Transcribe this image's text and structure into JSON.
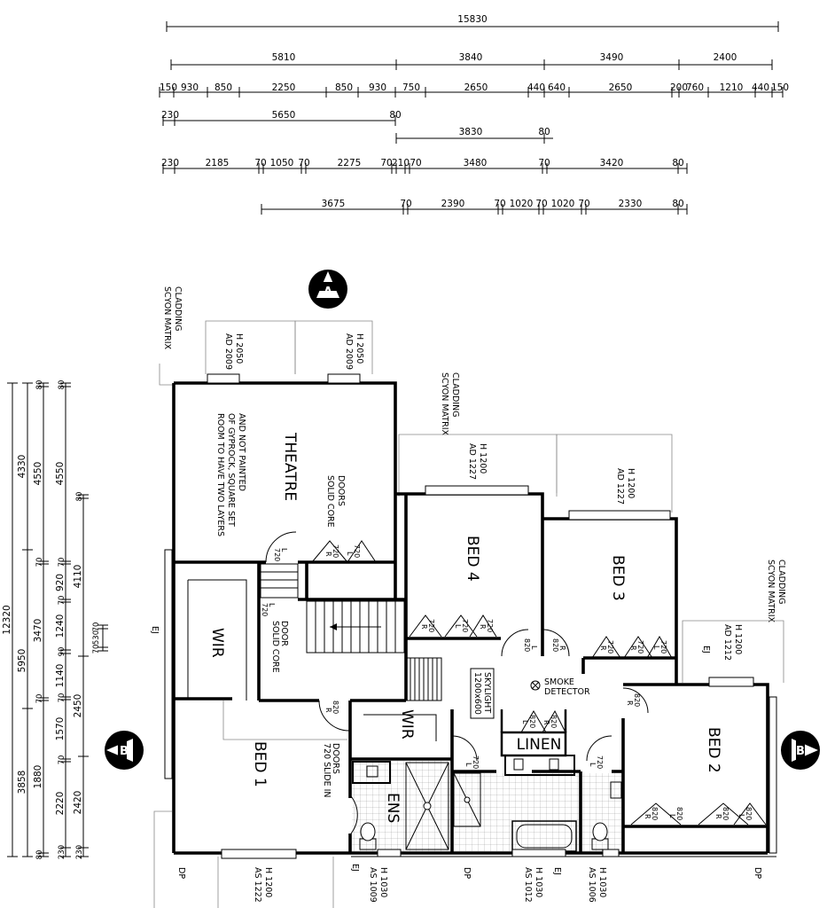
{
  "drawing": {
    "top_dimension_rows": [
      {
        "values": [
          "15830"
        ]
      },
      {
        "values": [
          "5810",
          "3840",
          "3490",
          "2400"
        ]
      },
      {
        "values": [
          "150",
          "930",
          "850",
          "2250",
          "850",
          "930",
          "750",
          "2650",
          "440",
          "640",
          "2650",
          "200",
          "760",
          "1210",
          "440",
          "150"
        ]
      },
      {
        "values": [
          "230",
          "5650",
          "80"
        ]
      },
      {
        "values": [
          "3830",
          "80"
        ]
      },
      {
        "values": [
          "230",
          "2185",
          "70",
          "1050",
          "70",
          "2275",
          "70",
          "210",
          "70",
          "3480",
          "70",
          "3420",
          "80"
        ]
      },
      {
        "values": [
          "3675",
          "70",
          "2390",
          "70",
          "1020",
          "70",
          "1020",
          "70",
          "2330",
          "80"
        ]
      }
    ],
    "side_dimension_columns": [
      {
        "values": [
          "12320"
        ]
      },
      {
        "values": [
          "4330",
          "5950",
          "3858"
        ]
      },
      {
        "values": [
          "80",
          "4550",
          "70",
          "3470",
          "70",
          "1880",
          "80"
        ]
      },
      {
        "values": [
          "80",
          "4550",
          "70",
          "920",
          "70",
          "1240",
          "90",
          "1140",
          "70",
          "1570",
          "70",
          "2220",
          "230"
        ]
      },
      {
        "values": [
          "80",
          "4110",
          "2450",
          "2420",
          "230"
        ]
      },
      {
        "values": [
          "70",
          "530",
          "70"
        ]
      }
    ],
    "rooms": {
      "theatre": "THEATRE",
      "theatre_note": [
        "ROOM TO HAVE TWO LAYERS",
        "OF GYPROCK, SQUARE SET",
        "AND NOT PAINTED"
      ],
      "bed4": "BED 4",
      "bed3": "BED 3",
      "bed2": "BED 2",
      "bed1": "BED 1",
      "wir_left": "WIR",
      "wir_right": "WIR",
      "ens": "ENS",
      "linen": "LINEN"
    },
    "notes": {
      "cladding": [
        "SCYON MATRIX",
        "CLADDING"
      ],
      "solid_core_doors": [
        "SOLID CORE",
        "DOORS"
      ],
      "solid_core_door": [
        "SOLID CORE",
        "DOOR"
      ],
      "slide_in_doors": [
        "720 SLIDE IN",
        "DOORS"
      ],
      "skylight": [
        "1200x600",
        "SKYLIGHT"
      ],
      "smoke_detector": [
        "SMOKE",
        "DETECTOR"
      ]
    },
    "windows": [
      {
        "code": "AD 2009",
        "height": "H 2050"
      },
      {
        "code": "AD 2009",
        "height": "H 2050"
      },
      {
        "code": "AD 1227",
        "height": "H 1200"
      },
      {
        "code": "AD 1227",
        "height": "H 1200"
      },
      {
        "code": "AD 1212",
        "height": "H 1200"
      },
      {
        "code": "AS 1222",
        "height": "H 1200"
      },
      {
        "code": "AS 1009",
        "height": "H 1030"
      },
      {
        "code": "AS 1012",
        "height": "H 1030"
      },
      {
        "code": "AS 1006",
        "height": "H 1030"
      }
    ],
    "door_labels": {
      "w720": "720",
      "w820": "820",
      "l": "L",
      "r": "R"
    },
    "markers": {
      "ej": "EJ",
      "dp": "DP",
      "section_a": "A",
      "section_b": "B"
    }
  }
}
